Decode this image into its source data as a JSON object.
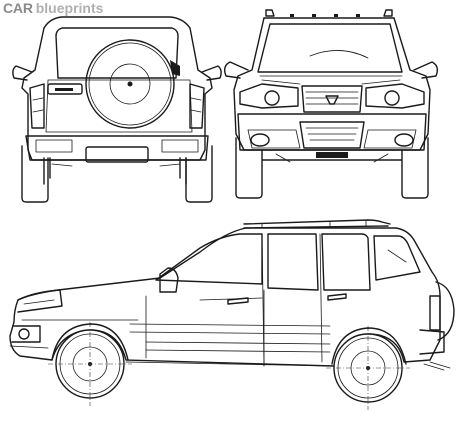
{
  "logo": {
    "part1": "CAR",
    "part2": "blueprints"
  },
  "views": [
    {
      "id": "rear",
      "icon": "suv-rear-view"
    },
    {
      "id": "front",
      "icon": "suv-front-view"
    },
    {
      "id": "side",
      "icon": "suv-side-view"
    }
  ],
  "colors": {
    "line": "#1a1a1a",
    "background": "#ffffff",
    "logo_car": "#8a8a8a",
    "logo_blueprints": "#b0b0b0"
  }
}
